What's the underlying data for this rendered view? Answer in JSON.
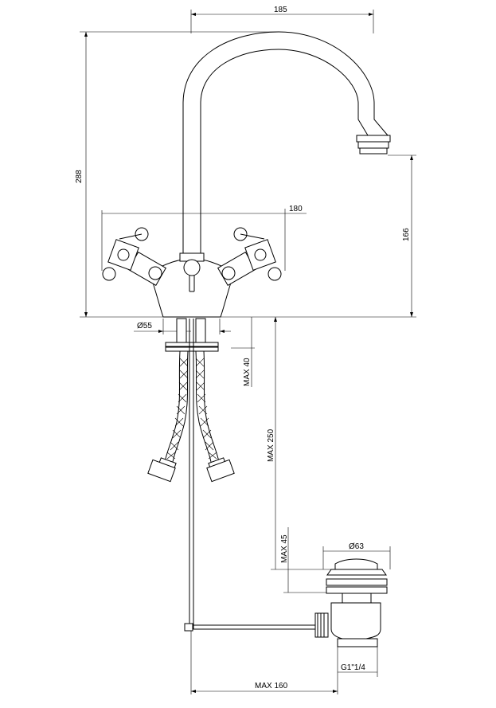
{
  "drawing": {
    "dimensions": {
      "width_total": "185",
      "height_total": "288",
      "spread": "180",
      "spout_height": "166",
      "hole_diameter": "Ø55",
      "max_thickness": "MAX 40",
      "max_hose_length": "MAX 250",
      "waste_diameter": "Ø63",
      "waste_max_thickness": "MAX 45",
      "waste_thread": "G1\"1/4",
      "rod_max_length": "MAX 160"
    }
  }
}
